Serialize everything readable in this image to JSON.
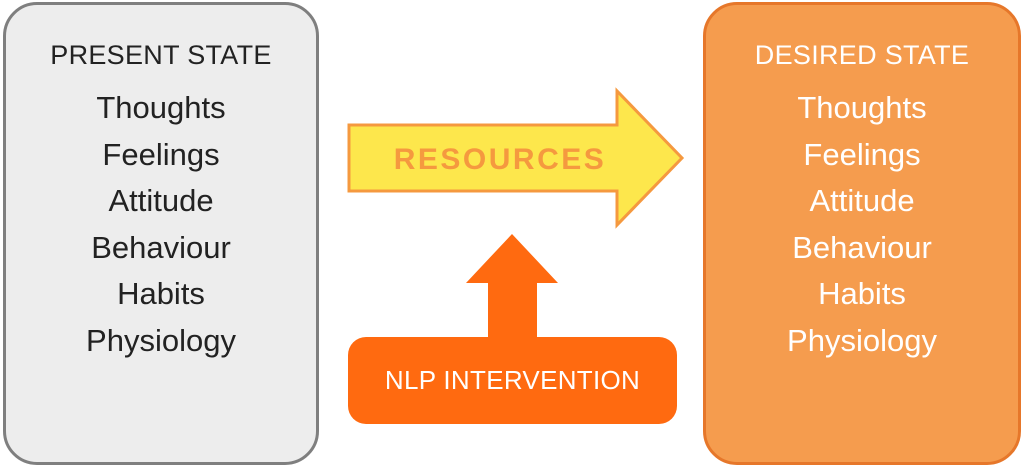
{
  "present_state": {
    "title": "PRESENT STATE",
    "items": [
      "Thoughts",
      "Feelings",
      "Attitude",
      "Behaviour",
      "Habits",
      "Physiology"
    ]
  },
  "desired_state": {
    "title": "DESIRED STATE",
    "items": [
      "Thoughts",
      "Feelings",
      "Attitude",
      "Behaviour",
      "Habits",
      "Physiology"
    ]
  },
  "resources_arrow": {
    "label": "RESOURCES"
  },
  "intervention": {
    "label": "NLP INTERVENTION"
  },
  "colors": {
    "present_fill": "#ededed",
    "present_border": "#7f7f7f",
    "desired_fill": "#f59c4e",
    "desired_border": "#e6772a",
    "arrow_fill": "#fde74c",
    "arrow_border": "#f5993f",
    "intervention_fill": "#ff6a10"
  }
}
